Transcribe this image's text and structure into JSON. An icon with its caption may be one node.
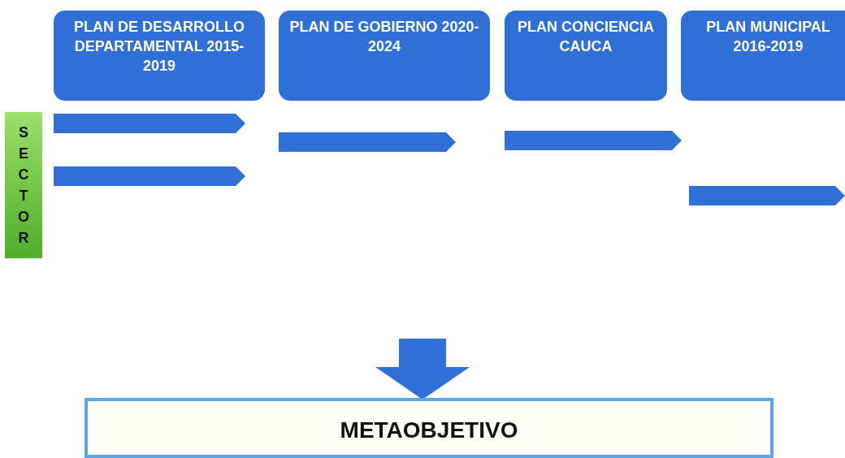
{
  "diagram": {
    "nodes": [
      {
        "text": [
          "PLAN DE DESARROLLO DEPARTAMENTAL 2015-2019"
        ]
      },
      {
        "text": [
          "PLAN DE GOBIERNO 2020-2024"
        ]
      },
      {
        "text": [
          "PLAN CONCIENCIA CAUCA"
        ]
      },
      {
        "text": [
          "PLAN MUNICIPAL 2016-2019"
        ]
      },
      {
        "text": [
          "SECTOR"
        ]
      },
      {
        "text": [],
        "shape": "pentagon"
      },
      {
        "text": [],
        "shape": "pentagon"
      },
      {
        "text": [],
        "shape": "pentagon"
      },
      {
        "text": [],
        "shape": "pentagon"
      },
      {
        "text": [],
        "shape": "pentagon"
      },
      {
        "text": [
          "METAOBJETIVO"
        ]
      }
    ],
    "edges": [
      {
        "from": null,
        "to": 10,
        "arrow": "to"
      }
    ]
  }
}
